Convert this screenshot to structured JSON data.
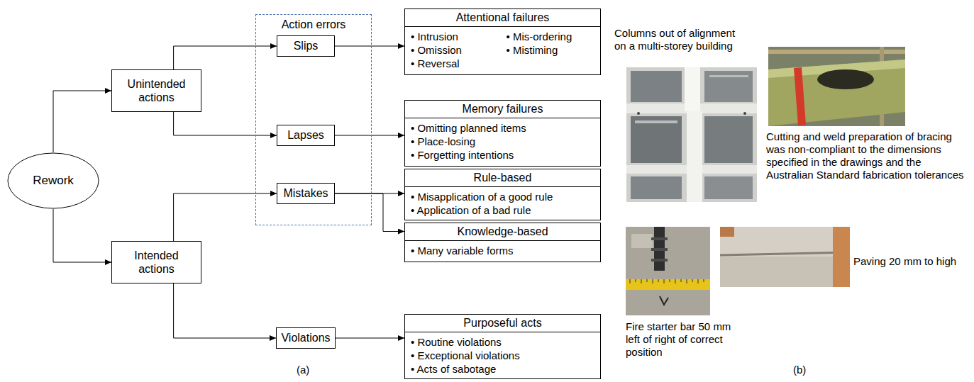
{
  "diagram": {
    "nodes": [
      {
        "text": [
          "Rework"
        ]
      },
      {
        "text": [
          "Unintended actions"
        ]
      },
      {
        "text": [
          "Intended actions"
        ]
      },
      {
        "text": [
          "Action errors"
        ]
      },
      {
        "text": [
          "Slips"
        ],
        "in": 3
      },
      {
        "text": [
          "Lapses"
        ],
        "in": 3
      },
      {
        "text": [
          "Mistakes"
        ],
        "in": 3
      },
      {
        "text": [
          "Violations"
        ]
      },
      {
        "text": [
          "Attentional failures",
          "• Intrusion",
          "• Mis-ordering",
          "• Omission",
          "• Mistiming",
          "• Reversal"
        ]
      },
      {
        "text": [
          "Memory failures",
          "• Omitting planned items",
          "• Place-losing",
          "• Forgetting intentions"
        ]
      },
      {
        "text": [
          "Rule-based",
          "• Misapplication of a good rule",
          "• Application of a bad rule"
        ]
      },
      {
        "text": [
          "Knowledge-based",
          "• Many variable forms"
        ]
      },
      {
        "text": [
          "Purposeful acts",
          "• Routine violations",
          "• Exceptional violations",
          "• Acts of sabotage"
        ]
      }
    ],
    "edges": [
      {
        "from": 0,
        "to": 1,
        "arrow": "to"
      },
      {
        "from": 0,
        "to": 2,
        "arrow": "to"
      },
      {
        "from": 1,
        "to": 4,
        "arrow": "to"
      },
      {
        "from": 1,
        "to": 5,
        "arrow": "to"
      },
      {
        "from": 2,
        "to": 6,
        "arrow": "to"
      },
      {
        "from": 2,
        "to": 7,
        "arrow": "to"
      },
      {
        "from": 4,
        "to": 8,
        "arrow": "to"
      },
      {
        "from": 5,
        "to": 9,
        "arrow": "to"
      },
      {
        "from": 6,
        "to": 10,
        "arrow": "to"
      },
      {
        "from": 6,
        "to": 11,
        "arrow": "to"
      },
      {
        "from": 7,
        "to": 12,
        "arrow": "to"
      }
    ],
    "labels": [
      "Columns out of alignment on a multi-storey building",
      "Cutting and weld preparation of bracing was non-compliant to the dimensions specified in the drawings and the Australian Standard fabrication tolerances",
      "Paving 20 mm to high",
      "Fire starter bar 50 mm left of right of correct position",
      "(a)",
      "(b)"
    ]
  }
}
